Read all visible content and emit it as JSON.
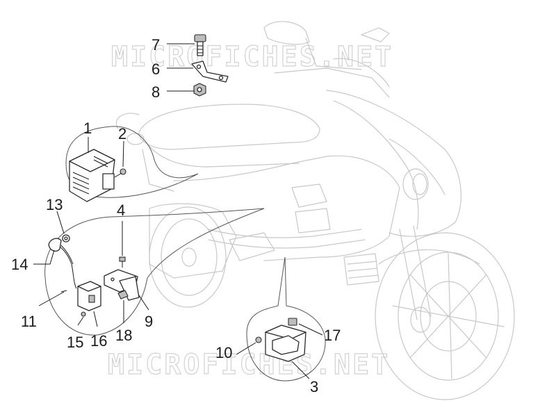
{
  "watermark": {
    "top": "MICROFICHES.NET",
    "bottom": "MICROFICHES.NET"
  },
  "callouts": {
    "c1": "1",
    "c2": "2",
    "c3": "3",
    "c4": "4",
    "c6": "6",
    "c7": "7",
    "c8": "8",
    "c9": "9",
    "c10": "10",
    "c11": "11",
    "c13": "13",
    "c14": "14",
    "c15": "15",
    "c16": "16",
    "c17": "17",
    "c18": "18"
  },
  "colors": {
    "ghost_outline": "#c8c8c8",
    "part_outline": "#2a2a2a",
    "label": "#1a1a1a"
  }
}
